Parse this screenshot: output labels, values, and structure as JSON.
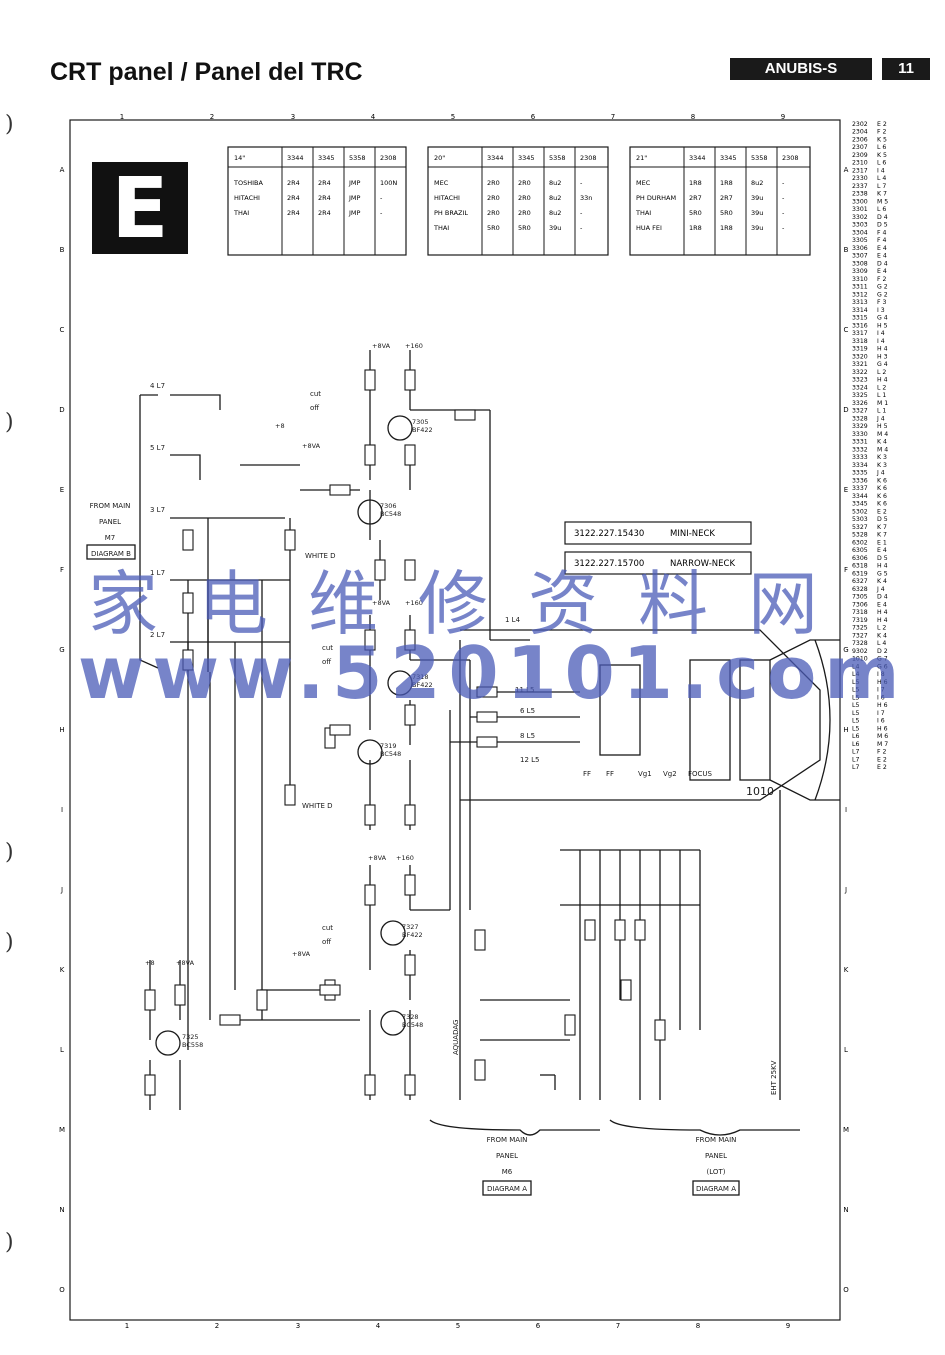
{
  "header": {
    "title": "CRT panel / Panel del TRC",
    "model": "ANUBIS-S",
    "page": "11"
  },
  "sheet": {
    "letter": "E",
    "col_labels": [
      "1",
      "2",
      "3",
      "4",
      "5",
      "6",
      "7",
      "8",
      "9"
    ],
    "row_labels": [
      "A",
      "B",
      "C",
      "D",
      "E",
      "F",
      "G",
      "H",
      "I",
      "J",
      "K",
      "L",
      "M",
      "N",
      "O"
    ]
  },
  "tables": [
    {
      "size": "14\"",
      "cols": [
        "3344",
        "3345",
        "5358",
        "2308"
      ],
      "rows": [
        [
          "TOSHIBA",
          "2R4",
          "2R4",
          "JMP",
          "100N"
        ],
        [
          "HITACHI",
          "2R4",
          "2R4",
          "JMP",
          "-"
        ],
        [
          "THAI",
          "2R4",
          "2R4",
          "JMP",
          "-"
        ]
      ]
    },
    {
      "size": "20\"",
      "cols": [
        "3344",
        "3345",
        "5358",
        "2308"
      ],
      "rows": [
        [
          "MEC",
          "2R0",
          "2R0",
          "8u2",
          "-"
        ],
        [
          "HITACHI",
          "2R0",
          "2R0",
          "8u2",
          "33n"
        ],
        [
          "PH BRAZIL",
          "2R0",
          "2R0",
          "8u2",
          "-"
        ],
        [
          "THAI",
          "5R0",
          "5R0",
          "39u",
          "-"
        ]
      ]
    },
    {
      "size": "21\"",
      "cols": [
        "3344",
        "3345",
        "5358",
        "2308"
      ],
      "rows": [
        [
          "MEC",
          "1R8",
          "1R8",
          "8u2",
          "-"
        ],
        [
          "PH DURHAM",
          "2R7",
          "2R7",
          "39u",
          "-"
        ],
        [
          "THAI",
          "5R0",
          "5R0",
          "39u",
          "-"
        ],
        [
          "HUA FEI",
          "1R8",
          "1R8",
          "39u",
          "-"
        ]
      ]
    }
  ],
  "neck_boxes": [
    {
      "code": "3122.227.15430",
      "type": "MINI-NECK"
    },
    {
      "code": "3122.227.15700",
      "type": "NARROW-NECK"
    }
  ],
  "parts_index": [
    [
      "2302",
      "E 2"
    ],
    [
      "2304",
      "F 2"
    ],
    [
      "2306",
      "K 5"
    ],
    [
      "2307",
      "L 6"
    ],
    [
      "2309",
      "K 5"
    ],
    [
      "2310",
      "L 6"
    ],
    [
      "2317",
      "I 4"
    ],
    [
      "2330",
      "L 4"
    ],
    [
      "2337",
      "L 7"
    ],
    [
      "2338",
      "K 7"
    ],
    [
      "3300",
      "M 5"
    ],
    [
      "3301",
      "L 6"
    ],
    [
      "3302",
      "D 4"
    ],
    [
      "3303",
      "D 5"
    ],
    [
      "3304",
      "F 4"
    ],
    [
      "3305",
      "F 4"
    ],
    [
      "3306",
      "E 4"
    ],
    [
      "3307",
      "E 4"
    ],
    [
      "3308",
      "D 4"
    ],
    [
      "3309",
      "E 4"
    ],
    [
      "3310",
      "F 2"
    ],
    [
      "3311",
      "G 2"
    ],
    [
      "3312",
      "G 2"
    ],
    [
      "3313",
      "F 3"
    ],
    [
      "3314",
      "I 3"
    ],
    [
      "3315",
      "G 4"
    ],
    [
      "3316",
      "H 5"
    ],
    [
      "3317",
      "I 4"
    ],
    [
      "3318",
      "I 4"
    ],
    [
      "3319",
      "H 4"
    ],
    [
      "3320",
      "H 3"
    ],
    [
      "3321",
      "G 4"
    ],
    [
      "3322",
      "L 2"
    ],
    [
      "3323",
      "H 4"
    ],
    [
      "3324",
      "L 2"
    ],
    [
      "3325",
      "L 1"
    ],
    [
      "3326",
      "M 1"
    ],
    [
      "3327",
      "L 1"
    ],
    [
      "3328",
      "J 4"
    ],
    [
      "3329",
      "H 5"
    ],
    [
      "3330",
      "M 4"
    ],
    [
      "3331",
      "K 4"
    ],
    [
      "3332",
      "M 4"
    ],
    [
      "3333",
      "K 3"
    ],
    [
      "3334",
      "K 3"
    ],
    [
      "3335",
      "J 4"
    ],
    [
      "3336",
      "K 6"
    ],
    [
      "3337",
      "K 6"
    ],
    [
      "3344",
      "K 6"
    ],
    [
      "3345",
      "K 6"
    ],
    [
      "5302",
      "E 2"
    ],
    [
      "5303",
      "D 5"
    ],
    [
      "5327",
      "K 7"
    ],
    [
      "5328",
      "K 7"
    ],
    [
      "6302",
      "E 1"
    ],
    [
      "6305",
      "E 4"
    ],
    [
      "6306",
      "D 5"
    ],
    [
      "6318",
      "H 4"
    ],
    [
      "6319",
      "G 5"
    ],
    [
      "6327",
      "K 4"
    ],
    [
      "6328",
      "J 4"
    ],
    [
      "7305",
      "D 4"
    ],
    [
      "7306",
      "E 4"
    ],
    [
      "7318",
      "H 4"
    ],
    [
      "7319",
      "H 4"
    ],
    [
      "7325",
      "L 2"
    ],
    [
      "7327",
      "K 4"
    ],
    [
      "7328",
      "L 4"
    ],
    [
      "9302",
      "D 2"
    ],
    [
      "1010",
      "G 7"
    ],
    [
      "L4",
      "G 6"
    ],
    [
      "L4",
      "I 8"
    ],
    [
      "L5",
      "H 6"
    ],
    [
      "L5",
      "I 7"
    ],
    [
      "L5",
      "I 6"
    ],
    [
      "L5",
      "H 6"
    ],
    [
      "L5",
      "I 7"
    ],
    [
      "L5",
      "I 6"
    ],
    [
      "L5",
      "H 6"
    ],
    [
      "L6",
      "M 6"
    ],
    [
      "L6",
      "M 7"
    ],
    [
      "L7",
      "F 2"
    ],
    [
      "L7",
      "E 2"
    ],
    [
      "L7",
      "E 2"
    ]
  ],
  "labels": {
    "from_main_left": [
      "FROM MAIN",
      "PANEL",
      "M7",
      "DIAGRAM B"
    ],
    "from_main_bottom1": [
      "FROM MAIN",
      "PANEL",
      "M6",
      "DIAGRAM A"
    ],
    "from_main_bottom2": [
      "FROM MAIN",
      "PANEL",
      "(LOT)",
      "DIAGRAM A"
    ],
    "cutoff": [
      "cut",
      "off"
    ],
    "white_d": "WHITE D",
    "crt": "1010",
    "eht": "EHT 25KV",
    "aquadag": "AQUADAG",
    "pins": [
      "FF",
      "FF",
      "Vg1",
      "Vg2",
      "FOCUS"
    ],
    "conns": [
      "4 L7",
      "5 L7",
      "3 L7",
      "1 L7",
      "2 L7",
      "1 L4",
      "11 L5",
      "6 L5",
      "8 L5",
      "12 L5"
    ],
    "transistors": [
      {
        "ref": "7305",
        "type": "BF422"
      },
      {
        "ref": "7306",
        "type": "BC548"
      },
      {
        "ref": "7318",
        "type": "BF422"
      },
      {
        "ref": "7319",
        "type": "BC548"
      },
      {
        "ref": "7327",
        "type": "BF422"
      },
      {
        "ref": "7328",
        "type": "BC548"
      },
      {
        "ref": "7325",
        "type": "BC558"
      }
    ],
    "supplies": [
      "+8VA",
      "+160",
      "+8"
    ]
  },
  "watermark": {
    "cn": "家电维修资料网",
    "url": "www.520101.com"
  },
  "colors": {
    "ink": "#1a1a1a",
    "watermark": "#4a5bb8"
  }
}
